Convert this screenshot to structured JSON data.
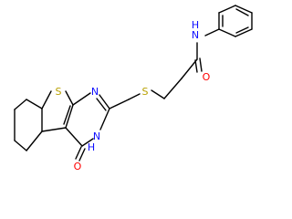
{
  "atom_labels": {
    "ring_sulfur": "S",
    "ring_nitrogen": "N",
    "ring_nh": "N",
    "ring_nh_h": "H",
    "carbonyl_oxygen_ring": "O",
    "thioether_sulfur": "S",
    "amide_nitrogen": "N",
    "amide_h": "H",
    "amide_oxygen": "O"
  },
  "colors": {
    "bond": "#000000",
    "sulfur": "#b8a000",
    "nitrogen": "#1010ff",
    "oxygen": "#ff0000"
  }
}
